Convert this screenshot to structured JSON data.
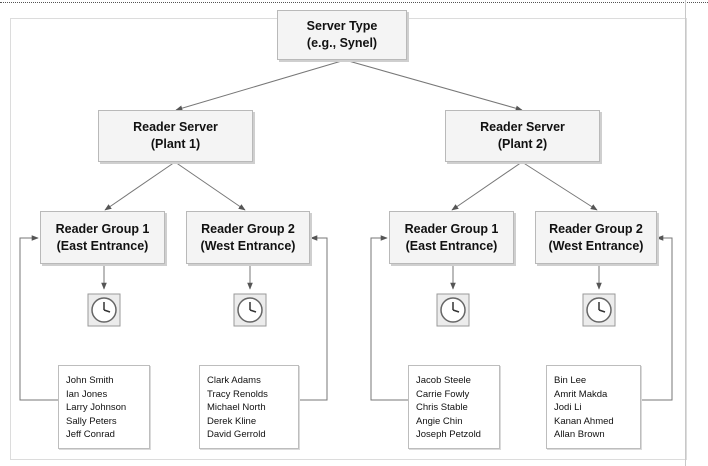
{
  "server": {
    "line1": "Server Type",
    "line2": "(e.g., Synel)"
  },
  "plants": [
    {
      "reader_server": {
        "line1": "Reader Server",
        "line2": "(Plant 1)"
      },
      "groups": [
        {
          "line1": "Reader Group 1",
          "line2": "(East Entrance)",
          "names": [
            "John Smith",
            "Ian Jones",
            "Larry Johnson",
            "Sally Peters",
            "Jeff Conrad"
          ]
        },
        {
          "line1": "Reader Group 2",
          "line2": "(West Entrance)",
          "names": [
            "Clark Adams",
            "Tracy Renolds",
            "Michael North",
            "Derek Kline",
            "David Gerrold"
          ]
        }
      ]
    },
    {
      "reader_server": {
        "line1": "Reader Server",
        "line2": "(Plant 2)"
      },
      "groups": [
        {
          "line1": "Reader Group 1",
          "line2": "(East Entrance)",
          "names": [
            "Jacob Steele",
            "Carrie Fowly",
            "Chris Stable",
            "Angie Chin",
            "Joseph Petzold"
          ]
        },
        {
          "line1": "Reader Group 2",
          "line2": "(West Entrance)",
          "names": [
            "Bin Lee",
            "Amrit Makda",
            "Jodi Li",
            "Kanan Ahmed",
            "Allan Brown"
          ]
        }
      ]
    }
  ],
  "icons": {
    "clock": "clock-icon"
  }
}
